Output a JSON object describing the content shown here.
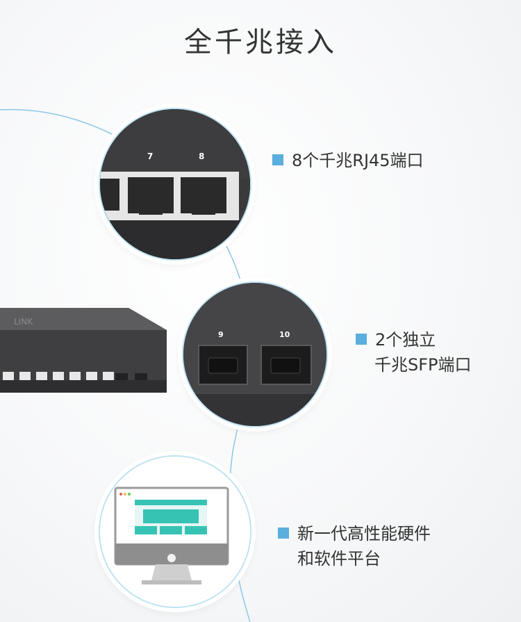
{
  "title": "全千兆接入",
  "features": [
    {
      "lines": [
        "8个千兆RJ45端口"
      ]
    },
    {
      "lines": [
        "2个独立",
        "千兆SFP端口"
      ]
    },
    {
      "lines": [
        "新一代高性能硬件",
        "和软件平台"
      ]
    }
  ],
  "port_labels": {
    "rj45": [
      "7",
      "8"
    ],
    "sfp": [
      "9",
      "10"
    ]
  },
  "colors": {
    "accent": "#5aafdc",
    "curve": "#8cc8e6",
    "teal": "#37c3b4"
  }
}
